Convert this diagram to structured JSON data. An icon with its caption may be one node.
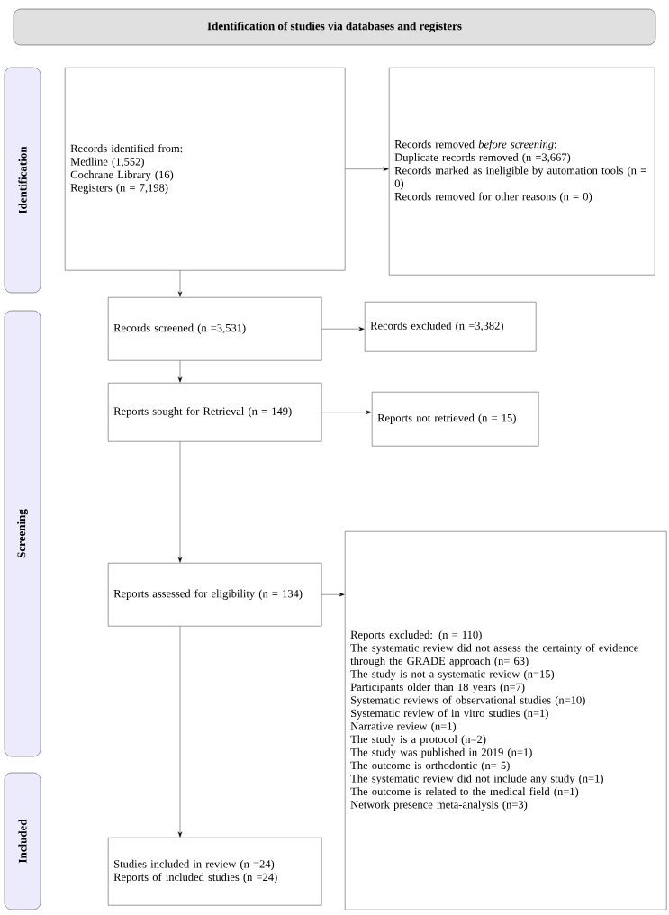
{
  "diagram": {
    "nodes": [
      {
        "text": [
          "Identification of studies via databases and registers"
        ]
      },
      {
        "text": [
          "Identification"
        ]
      },
      {
        "text": [
          "Screening"
        ]
      },
      {
        "text": [
          "Included"
        ]
      },
      {
        "text": [
          "Records identified from:",
          "Medline (1,552)",
          "Cochrane Library (16)",
          "Registers (n = 7,198)"
        ]
      },
      {
        "text": [
          "Records removed *before screening*:",
          "Duplicate records removed (n =3,667)",
          "Records marked as ineligible by automation tools (n = 0)",
          "Records removed for other reasons (n = 0)"
        ]
      },
      {
        "text": [
          "Records screened (n =3,531)"
        ]
      },
      {
        "text": [
          "Records excluded (n =3,382)"
        ]
      },
      {
        "text": [
          "Reports sought for Retrieval (n = 149)"
        ]
      },
      {
        "text": [
          "Reports not retrieved (n = 15)"
        ]
      },
      {
        "text": [
          "Reports assessed for eligibility (n = 134)"
        ]
      },
      {
        "text": [
          "Reports excluded: (n = 110)",
          "The systematic review did not assess the certainty of evidence through the GRADE approach (n= 63)",
          "The study is not a systematic review (n=15)",
          "Participants older than 18 years (n=7)",
          "Systematic reviews of observational studies (n=10)",
          "Systematic review of in vitro studies (n=1)",
          "Narrative review (n=1)",
          "The study is a protocol (n=2)",
          "The study was published in 2019 (n=1)",
          "The outcome is orthodontic (n= 5)",
          "The systematic review did not include any study (n=1)",
          "The outcome is related to the medical field (n=1)",
          "Network presence meta-analysis (n=3)"
        ]
      },
      {
        "text": [
          "Studies included in review (n =24)",
          "Reports of included studies (n =24)"
        ]
      }
    ],
    "edges": [
      {
        "from": 4,
        "to": 5,
        "arrow": "to"
      },
      {
        "from": 4,
        "to": 6,
        "arrow": "to"
      },
      {
        "from": 6,
        "to": 7,
        "arrow": "to"
      },
      {
        "from": 6,
        "to": 8,
        "arrow": "to"
      },
      {
        "from": 8,
        "to": 9,
        "arrow": "to"
      },
      {
        "from": 8,
        "to": 10,
        "arrow": "to"
      },
      {
        "from": 10,
        "to": 11,
        "arrow": "to"
      },
      {
        "from": 10,
        "to": 12,
        "arrow": "to"
      }
    ]
  }
}
